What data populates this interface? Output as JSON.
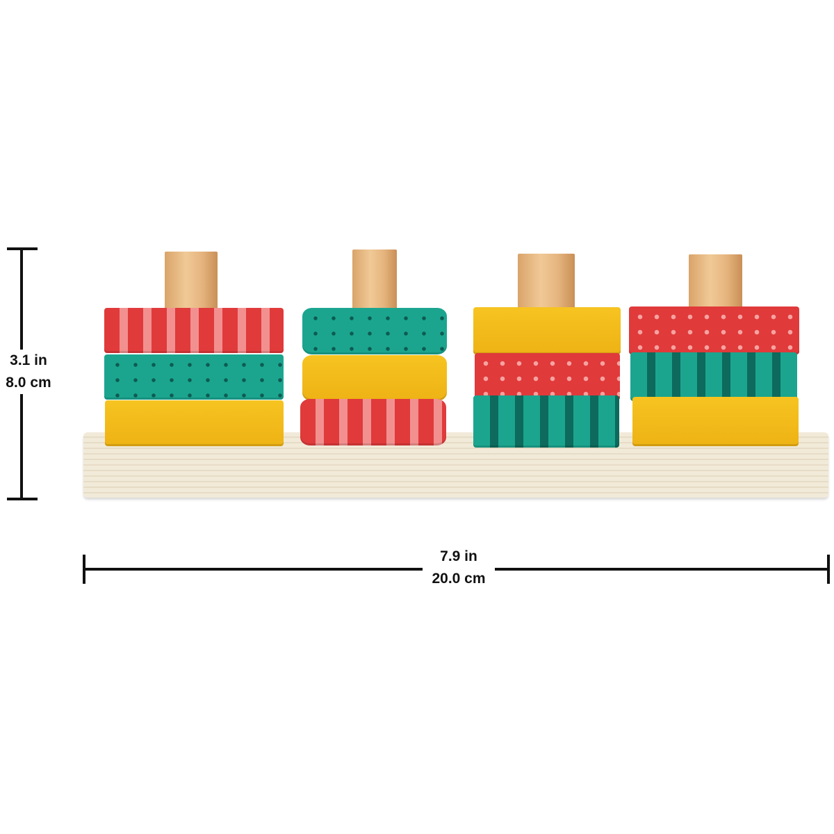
{
  "dimensions": {
    "height": {
      "imperial": "3.1 in",
      "metric": "8.0 cm"
    },
    "width": {
      "imperial": "7.9 in",
      "metric": "20.0 cm"
    }
  },
  "colors": {
    "red": "#e03a3b",
    "pink": "#f29090",
    "teal": "#1ba58f",
    "dark_teal": "#0d6a5c",
    "yellow": "#f6c421",
    "wood": "#f2ead9"
  }
}
